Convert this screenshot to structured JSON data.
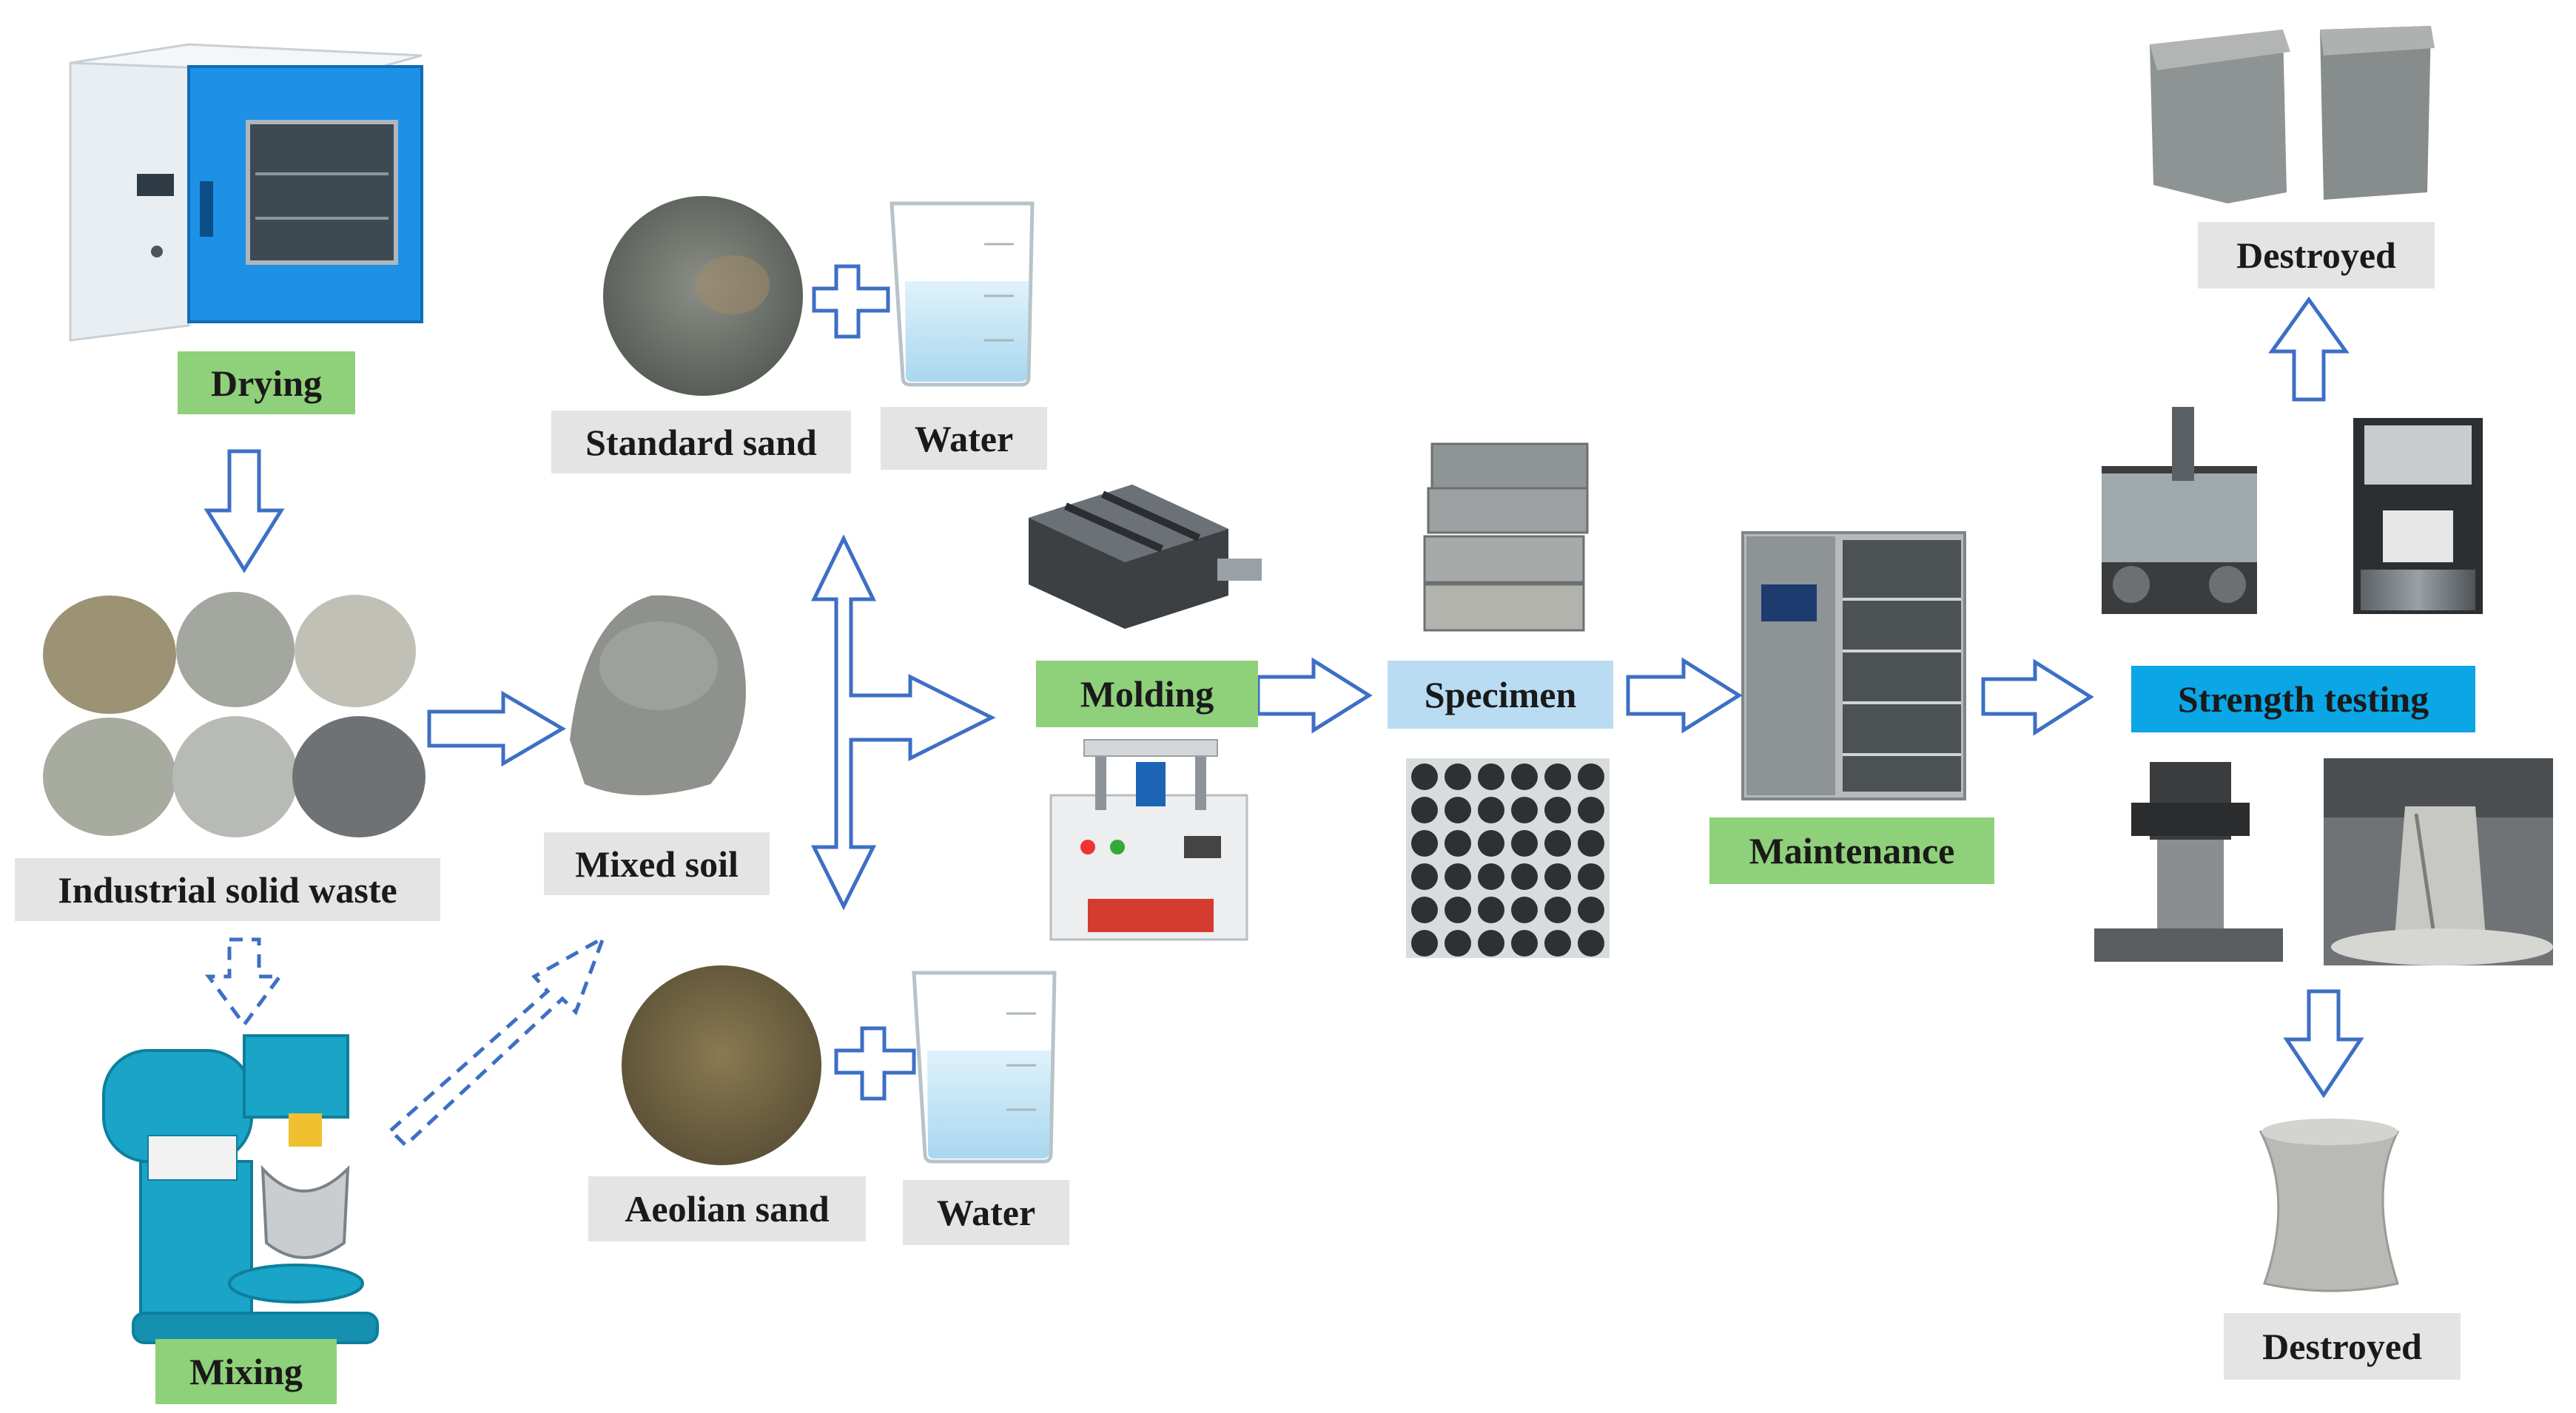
{
  "labels": {
    "drying": "Drying",
    "standard_sand": "Standard sand",
    "water_top": "Water",
    "industrial_solid_waste": "Industrial solid waste",
    "mixed_soil": "Mixed soil",
    "molding": "Molding",
    "specimen": "Specimen",
    "maintenance": "Maintenance",
    "strength_testing": "Strength testing",
    "destroyed_top": "Destroyed",
    "mixing": "Mixing",
    "aeolian_sand": "Aeolian sand",
    "water_bottom": "Water",
    "destroyed_bottom": "Destroyed"
  },
  "colors": {
    "arrow_outline": "#3d6fc4",
    "label_grey": "#e4e4e4",
    "label_green": "#8fd07a",
    "label_light_blue": "#b9dcf3",
    "label_cyan": "#0aa6e6"
  }
}
